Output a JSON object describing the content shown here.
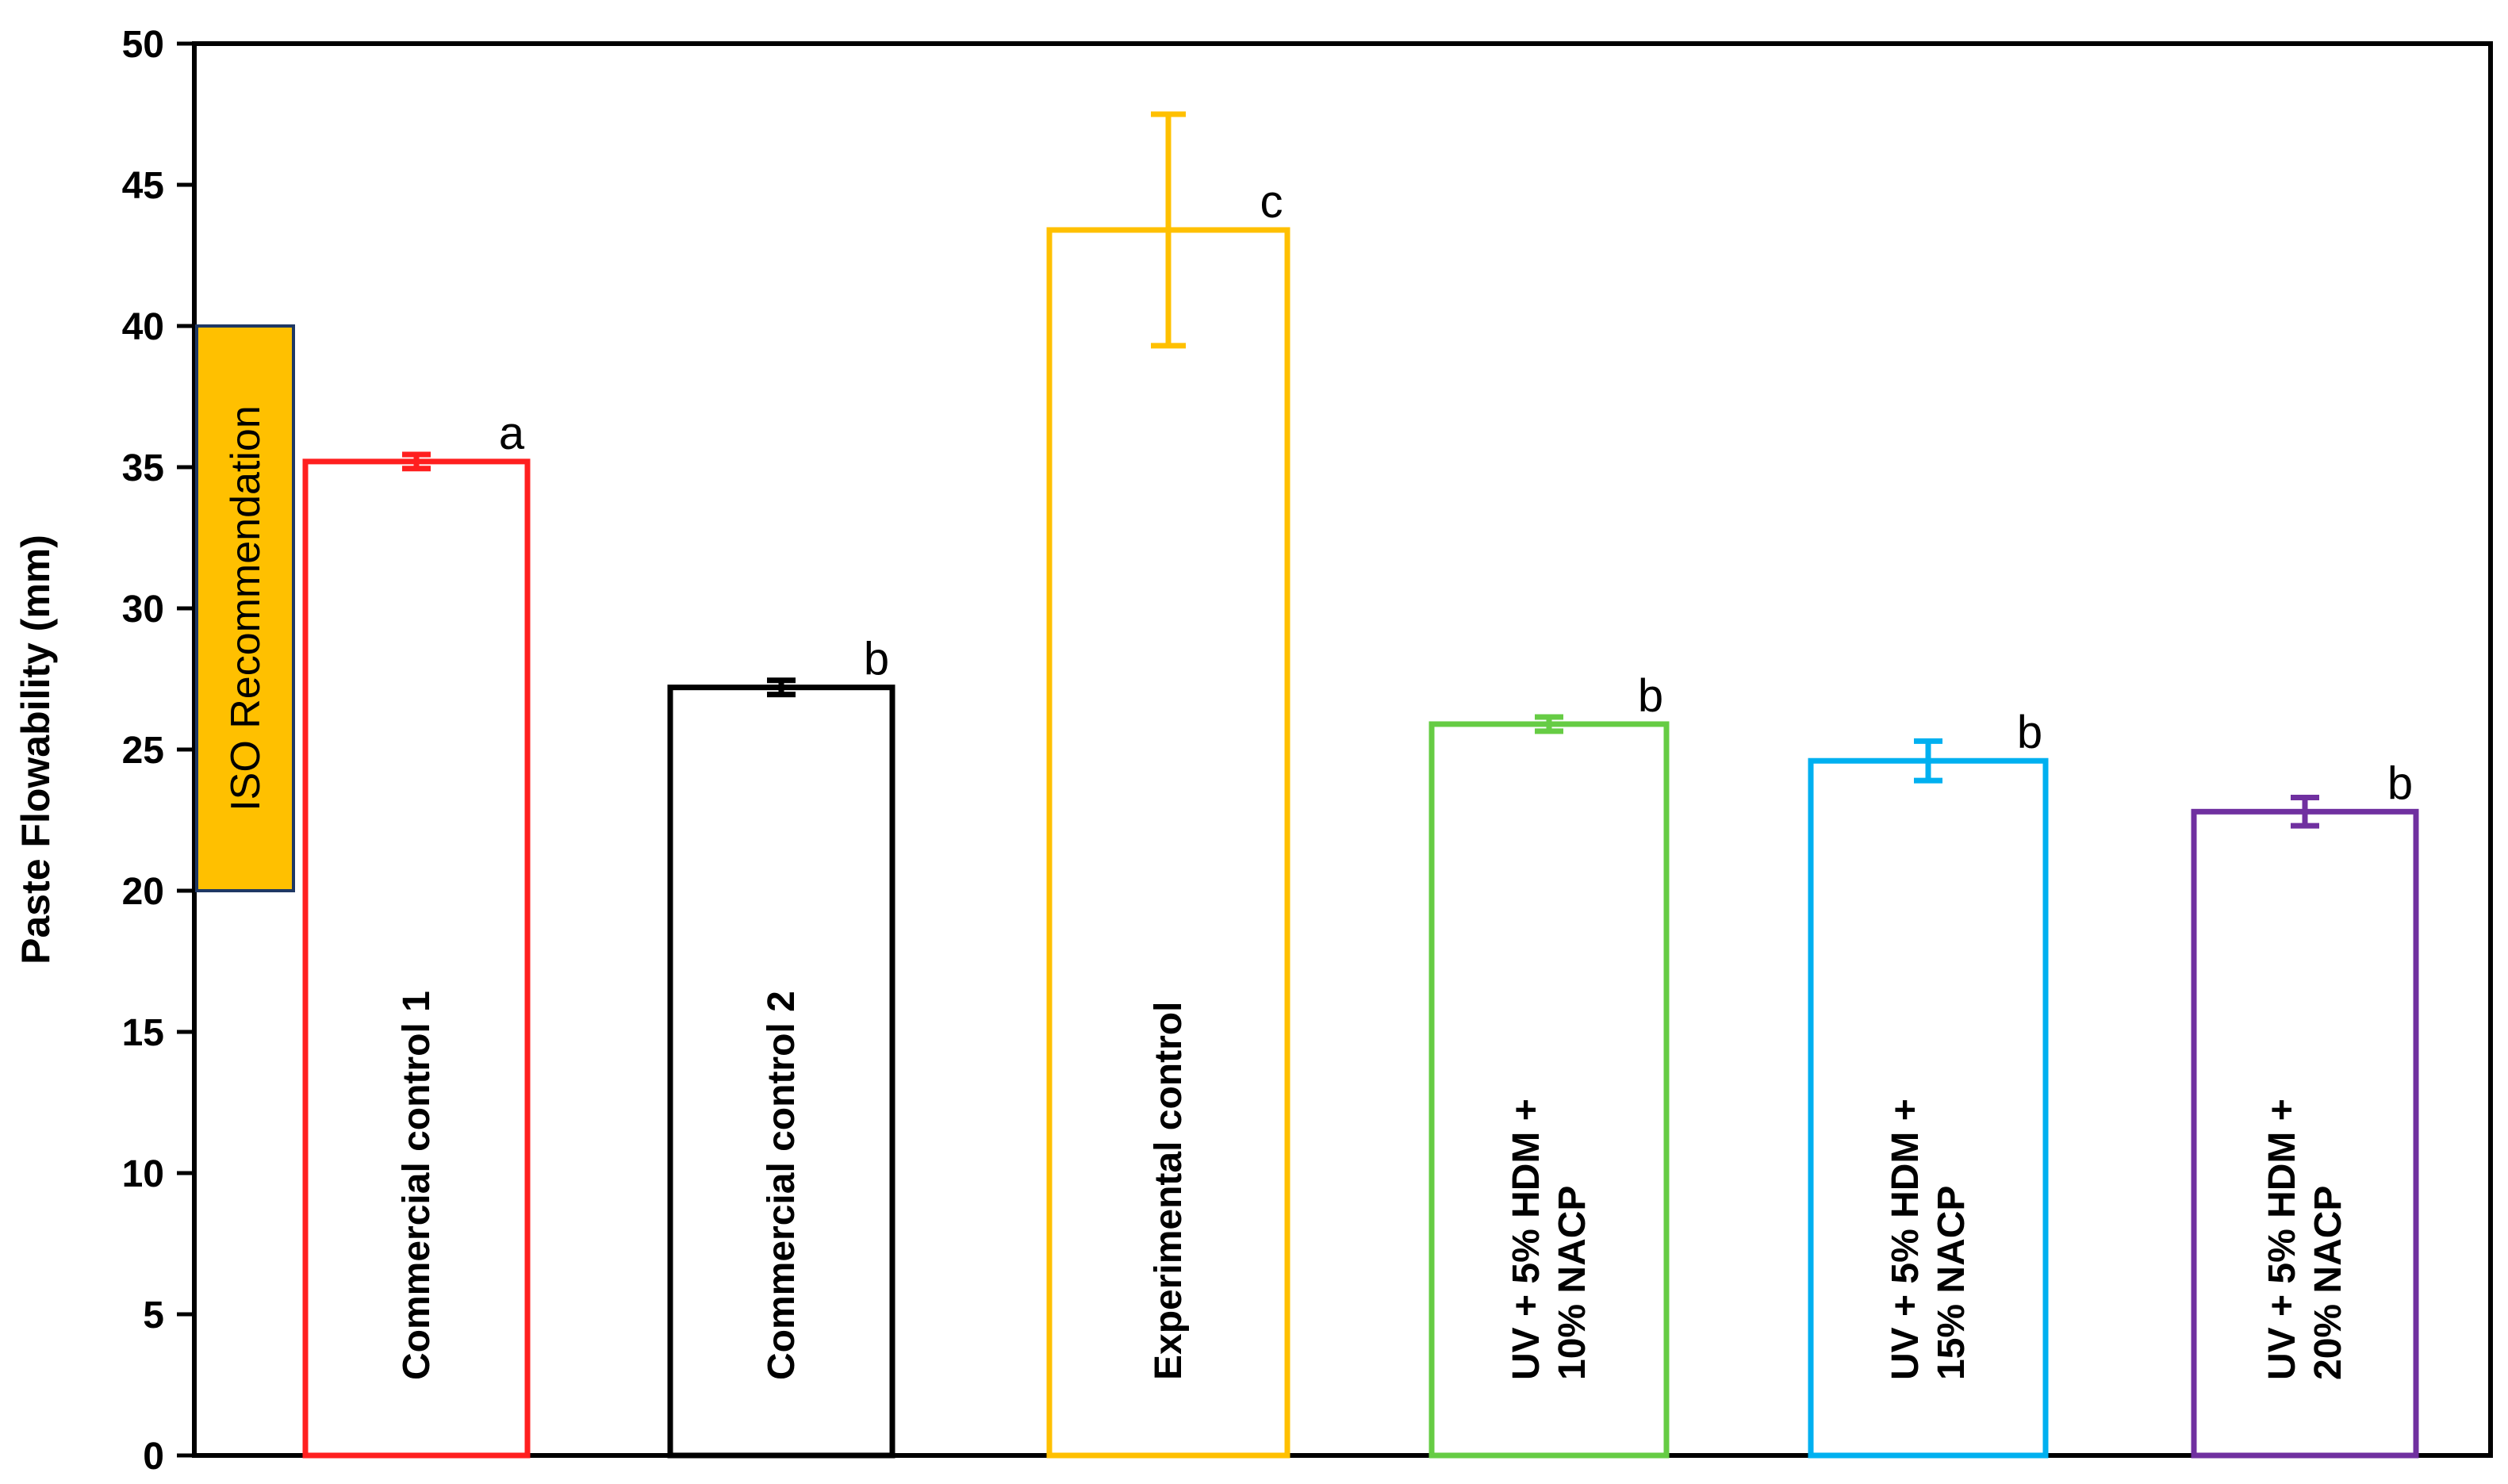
{
  "chart_data": {
    "type": "bar",
    "ylabel": "Paste Flowability (mm)",
    "xlabel": "",
    "ylim": [
      0,
      50
    ],
    "yticks": [
      0,
      5,
      10,
      15,
      20,
      25,
      30,
      35,
      40,
      45,
      50
    ],
    "grid": false,
    "bars": [
      {
        "label": [
          "Commercial control 1"
        ],
        "value": 35.2,
        "error": 0.25,
        "sig": "a",
        "color": "#ff1f1f"
      },
      {
        "label": [
          "Commercial control 2"
        ],
        "value": 27.2,
        "error": 0.25,
        "sig": "b",
        "color": "#000000"
      },
      {
        "label": [
          "Experimental control"
        ],
        "value": 43.4,
        "error": 4.1,
        "sig": "c",
        "color": "#ffc000"
      },
      {
        "label": [
          "UV + 5% HDM +",
          "10% NACP"
        ],
        "value": 25.9,
        "error": 0.25,
        "sig": "b",
        "color": "#66cc44"
      },
      {
        "label": [
          "UV + 5% HDM +",
          "15% NACP"
        ],
        "value": 24.6,
        "error": 0.7,
        "sig": "b",
        "color": "#00b0f0"
      },
      {
        "label": [
          "UV + 5% HDM +",
          "20% NACP"
        ],
        "value": 22.8,
        "error": 0.5,
        "sig": "b",
        "color": "#7030a0"
      }
    ],
    "reference_band": {
      "label": "ISO Recommendation",
      "from": 20,
      "to": 40,
      "color": "#ffc000"
    }
  }
}
